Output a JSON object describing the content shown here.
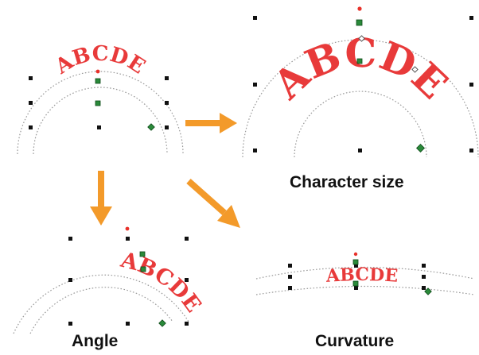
{
  "panels": {
    "original": {
      "text": "ABCDE"
    },
    "character_size": {
      "text": "ABCDE",
      "caption": "Character size"
    },
    "angle": {
      "text": "ABCDE",
      "caption": "Angle"
    },
    "curvature": {
      "text": "ABCDE",
      "caption": "Curvature"
    }
  },
  "colors": {
    "text": "#e83a3a",
    "arrow": "#f39a2a",
    "guide": "#9a9a9a",
    "node": "#2a8a3a",
    "handle": "#111111"
  }
}
